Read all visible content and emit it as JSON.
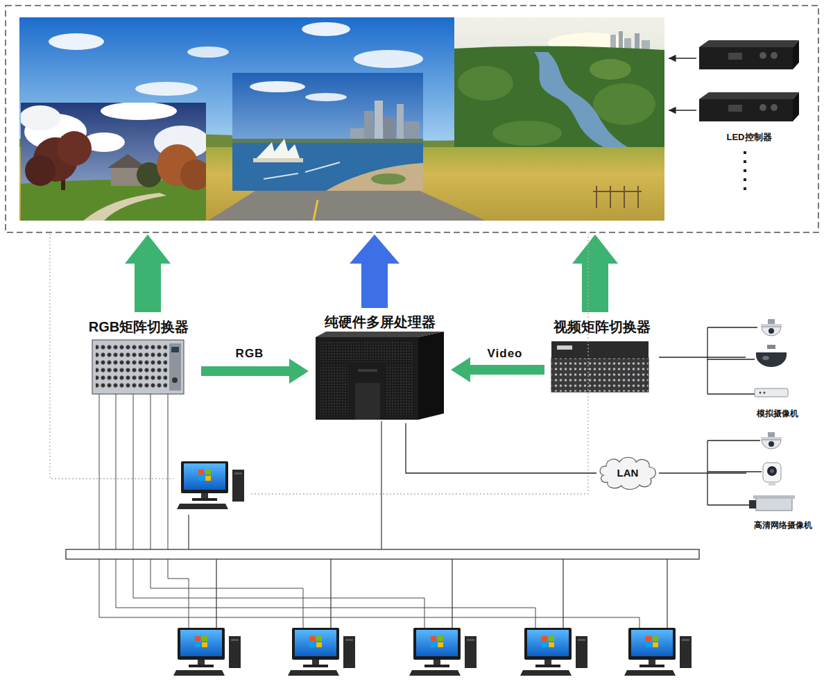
{
  "diagram": {
    "nodes": [
      {
        "text": [
          "LED控制器"
        ]
      },
      {
        "text": [
          "RGB矩阵切换器"
        ]
      },
      {
        "text": [
          "纯硬件多屏处理器"
        ]
      },
      {
        "text": [
          "视频矩阵切换器"
        ]
      },
      {
        "text": [
          "模拟摄像机"
        ]
      },
      {
        "text": [
          "LAN"
        ]
      },
      {
        "text": [
          "高清网络摄像机"
        ]
      }
    ],
    "edges": [
      {
        "from": 1,
        "to": 2,
        "arrow": "to",
        "label": "RGB"
      },
      {
        "from": 3,
        "to": 2,
        "arrow": "to",
        "label": "Video"
      },
      {
        "from": 4,
        "to": 3,
        "arrow": "none"
      },
      {
        "from": 5,
        "to": 2,
        "arrow": "none"
      },
      {
        "from": 6,
        "to": 5,
        "arrow": "none"
      }
    ]
  }
}
